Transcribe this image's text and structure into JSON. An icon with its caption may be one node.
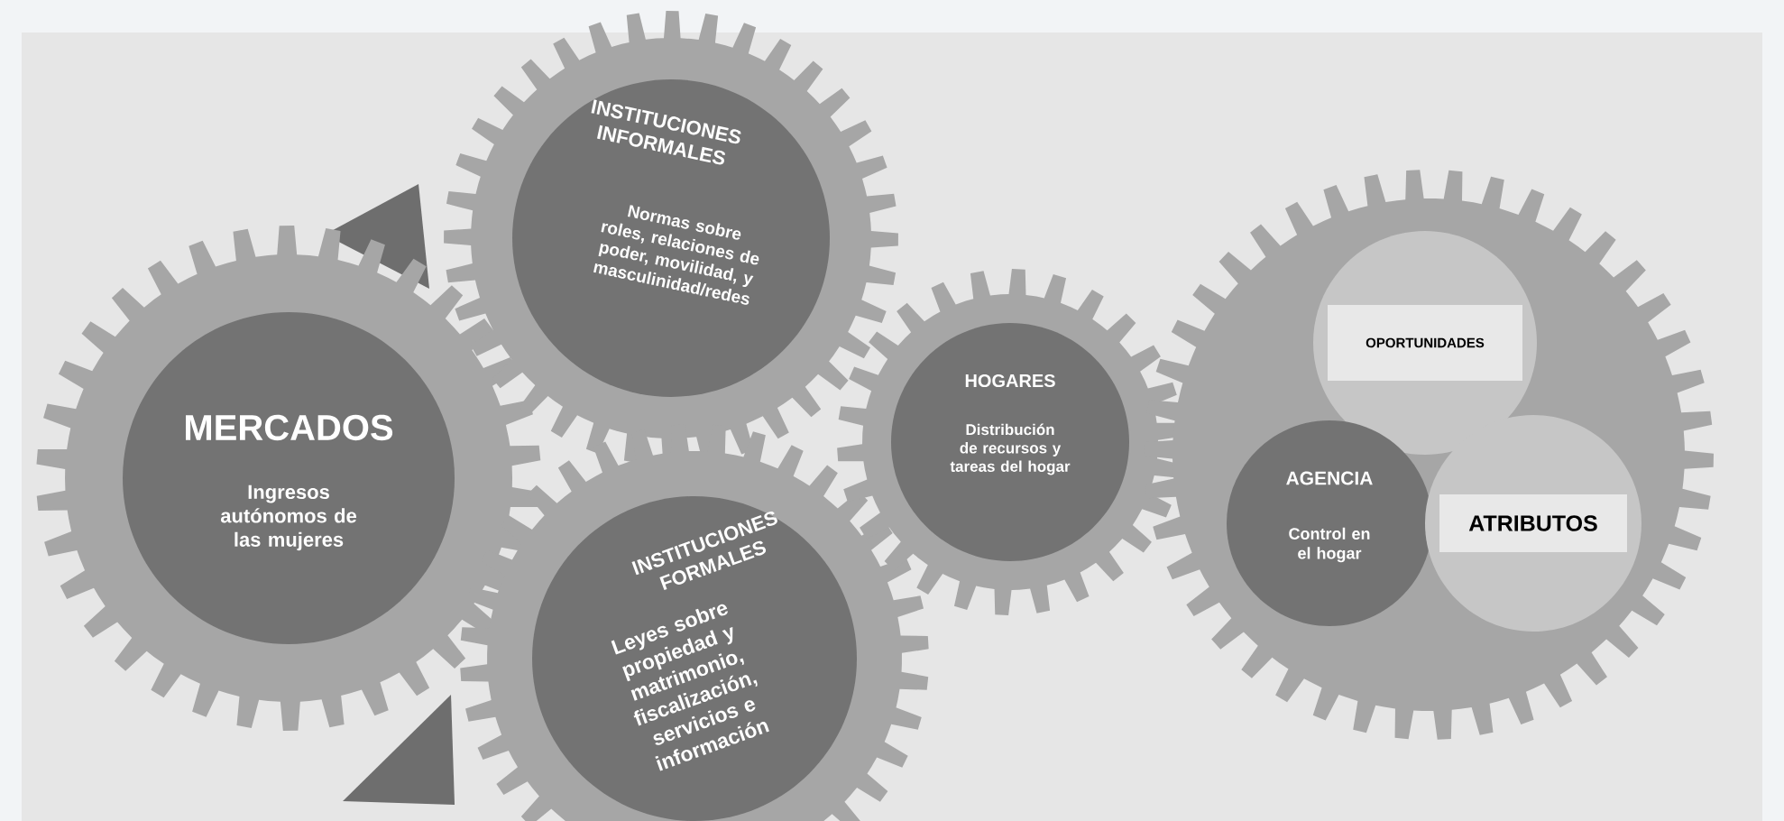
{
  "diagram": {
    "nodes": [
      {
        "text": [
          "MERCADOS",
          "Ingresos autónomos de las mujeres"
        ]
      },
      {
        "text": [
          "INSTITUCIONES INFORMALES",
          "Normas sobre roles, relaciones de poder, movilidad, y masculinidad/redes"
        ]
      },
      {
        "text": [
          "INSTITUCIONES FORMALES",
          "Leyes sobre propiedad y matrimonio, fiscalización, servicios e información"
        ]
      },
      {
        "text": [
          "HOGARES",
          "Distribución de recursos y tareas del hogar"
        ]
      },
      {
        "text": [],
        "shape": "gear"
      },
      {
        "text": [
          "OPORTUNIDADES"
        ],
        "in": 4
      },
      {
        "text": [
          "AGENCIA",
          "Control en el hogar"
        ],
        "in": 4
      },
      {
        "text": [
          "ATRIBUTOS"
        ],
        "in": 4
      }
    ]
  }
}
